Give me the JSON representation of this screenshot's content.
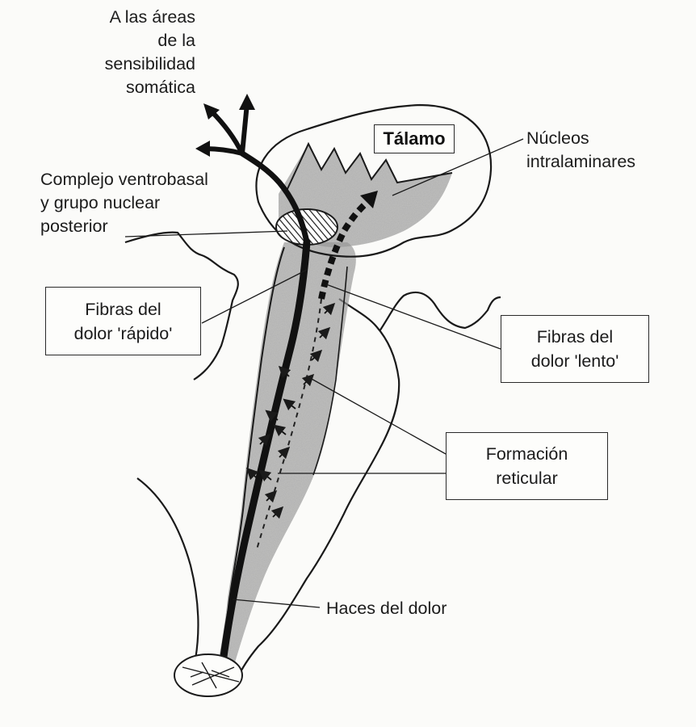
{
  "diagram": {
    "labels": {
      "areas": [
        "A las áreas",
        "de la",
        "sensibilidad",
        "somática"
      ],
      "complejo": [
        "Complejo ventrobasal",
        "y grupo nuclear",
        "posterior"
      ],
      "talamo": "Tálamo",
      "nucleos": [
        "Núcleos",
        "intralaminares"
      ],
      "rapido": [
        "Fibras del",
        "dolor 'rápido'"
      ],
      "lento": [
        "Fibras del",
        "dolor 'lento'"
      ],
      "reticular": [
        "Formación",
        "reticular"
      ],
      "haces": "Haces del dolor"
    },
    "colors": {
      "ink": "#1a1a1a",
      "shade": "#9a9a9a",
      "paper": "#fbfbf9"
    }
  }
}
